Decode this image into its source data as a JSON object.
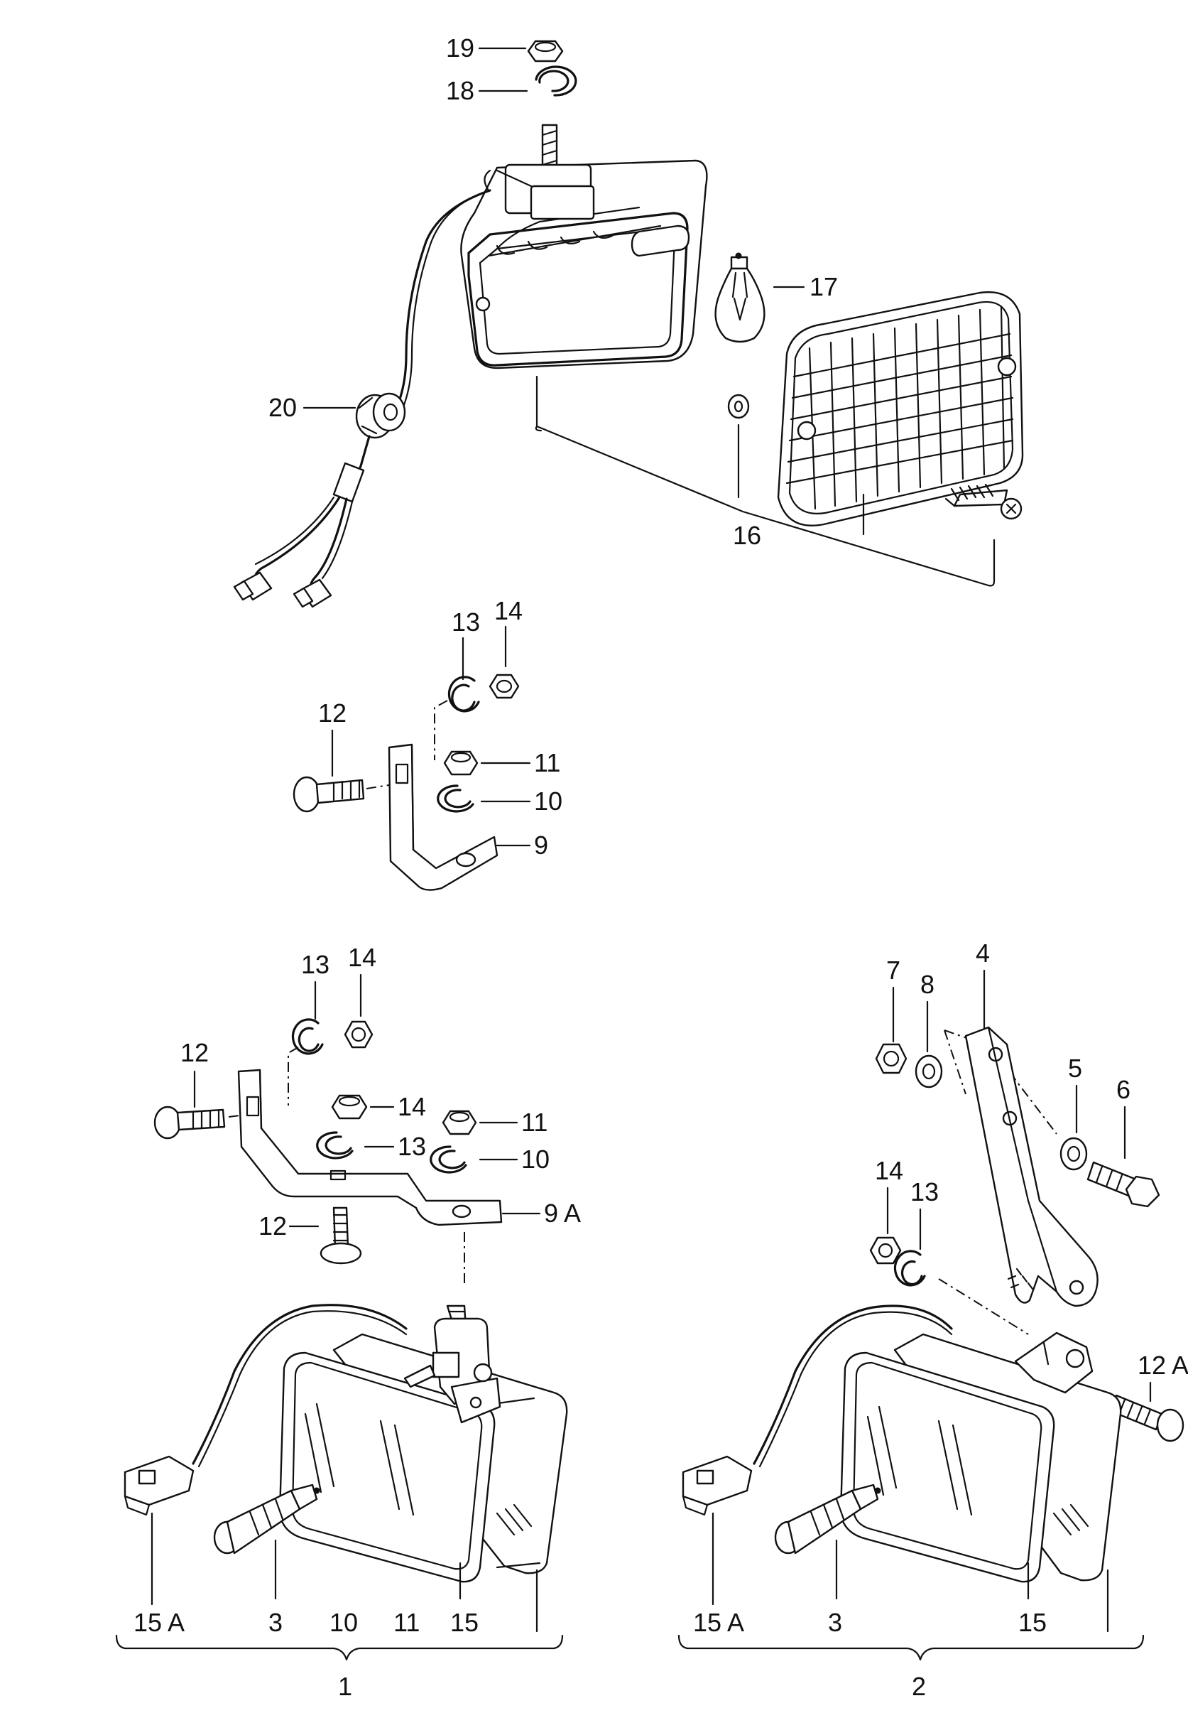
{
  "labels": {
    "p19": "19",
    "p18": "18",
    "p17": "17",
    "p20": "20",
    "p16": "16",
    "a13": "13",
    "a14": "14",
    "a12": "12",
    "a11": "11",
    "a10": "10",
    "a9": "9",
    "b13": "13",
    "b14": "14",
    "b12": "12",
    "b14b": "14",
    "b13b": "13",
    "b11": "11",
    "b10": "10",
    "b12b": "12",
    "b9a": "9 A",
    "b15a": "15 A",
    "b3": "3",
    "b10b": "10",
    "b11b": "11",
    "b15": "15",
    "b1": "1",
    "c7": "7",
    "c8": "8",
    "c4": "4",
    "c5": "5",
    "c6": "6",
    "c14": "14",
    "c13": "13",
    "c12a": "12 A",
    "c15a": "15 A",
    "c3": "3",
    "c15": "15",
    "c2": "2"
  }
}
